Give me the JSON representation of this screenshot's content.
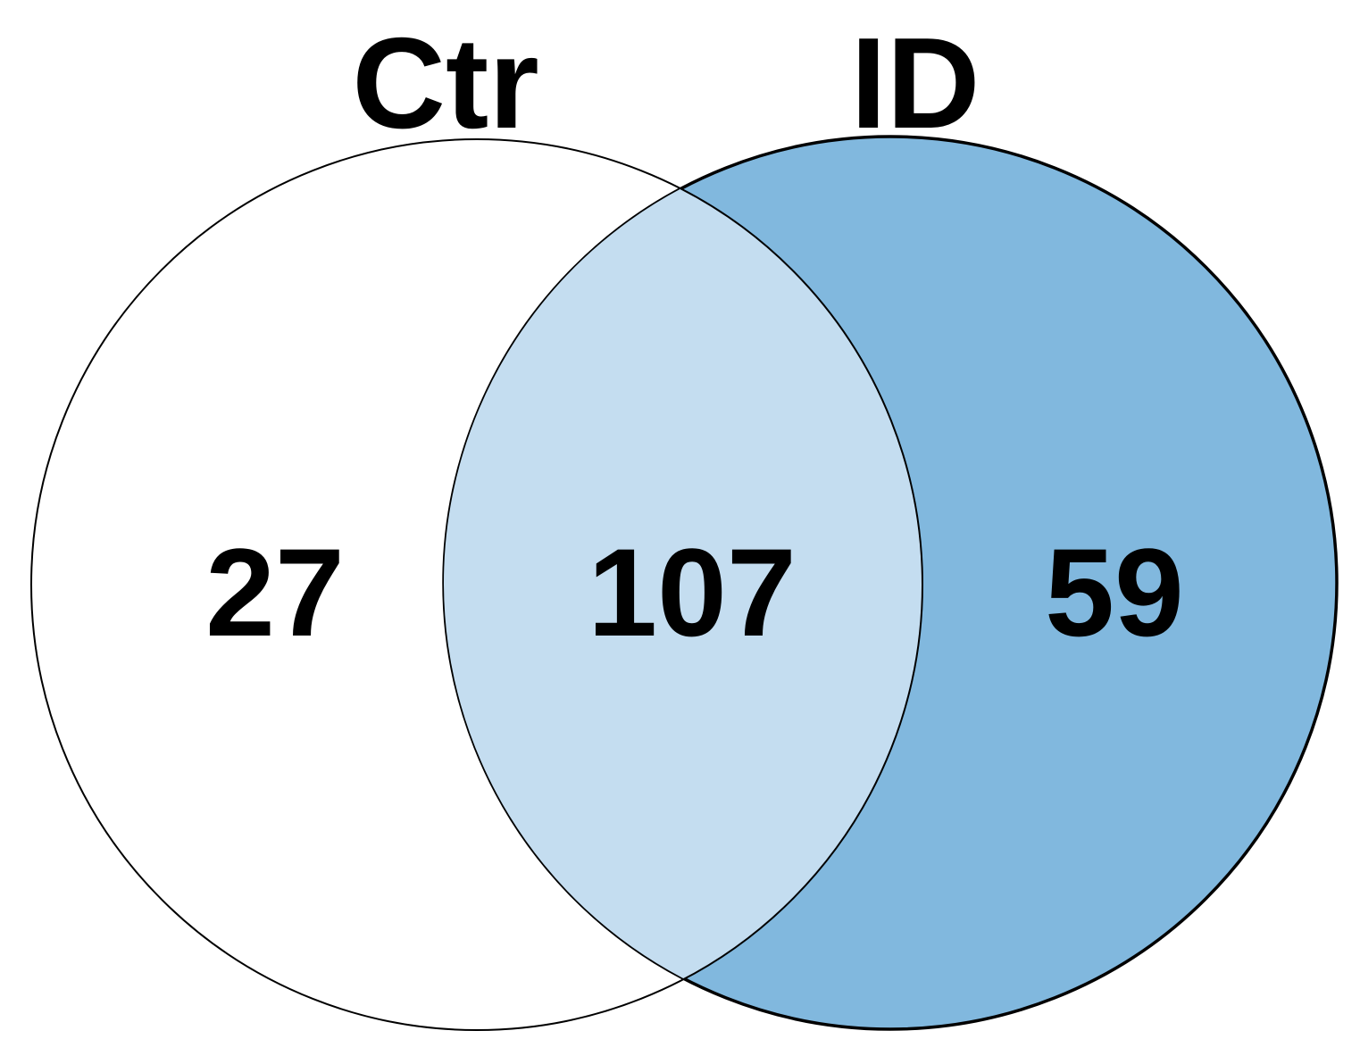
{
  "figure": {
    "background": "#ffffff",
    "outline_color": "#000000",
    "text_color": "#000000"
  },
  "chart_data": {
    "type": "venn",
    "title": "",
    "legend_position": "none",
    "sets": [
      {
        "label": "Ctr",
        "fill": "none",
        "outline": "#000000"
      },
      {
        "label": "ID",
        "fill": "#81b8de",
        "outline": "#000000"
      }
    ],
    "overlap_fill": "#c4ddf0",
    "regions": [
      {
        "region": "Ctr only",
        "value": "27"
      },
      {
        "region": "Ctr and ID",
        "value": "107"
      },
      {
        "region": "ID only",
        "value": "59"
      }
    ]
  }
}
